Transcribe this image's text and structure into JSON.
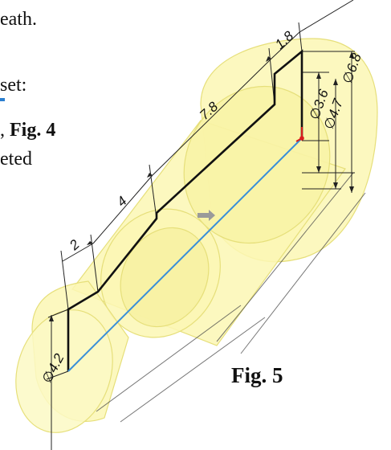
{
  "text_fragments": {
    "line1": "eath.",
    "line2": "set:",
    "line3_prefix": ", ",
    "line3_bold": "Fig. 4",
    "line4": "eted"
  },
  "figure": {
    "caption": "Fig. 5",
    "dimensions": {
      "d_left": "∅4.2",
      "len_2": "2",
      "len_4": "4",
      "len_7_8": "7.8",
      "len_1_8": "1.8",
      "d_3_6": "∅3.6",
      "d_4_7": "∅4.7",
      "d_6_8": "∅6.8"
    },
    "colors": {
      "solid_fill": "#fbf7b4",
      "solid_edge": "#e6df7a",
      "profile": "#111111",
      "axis": "#3a8fd8",
      "origin_marker": "#d81e1e",
      "accent_underline": "#2a7fd0"
    }
  }
}
